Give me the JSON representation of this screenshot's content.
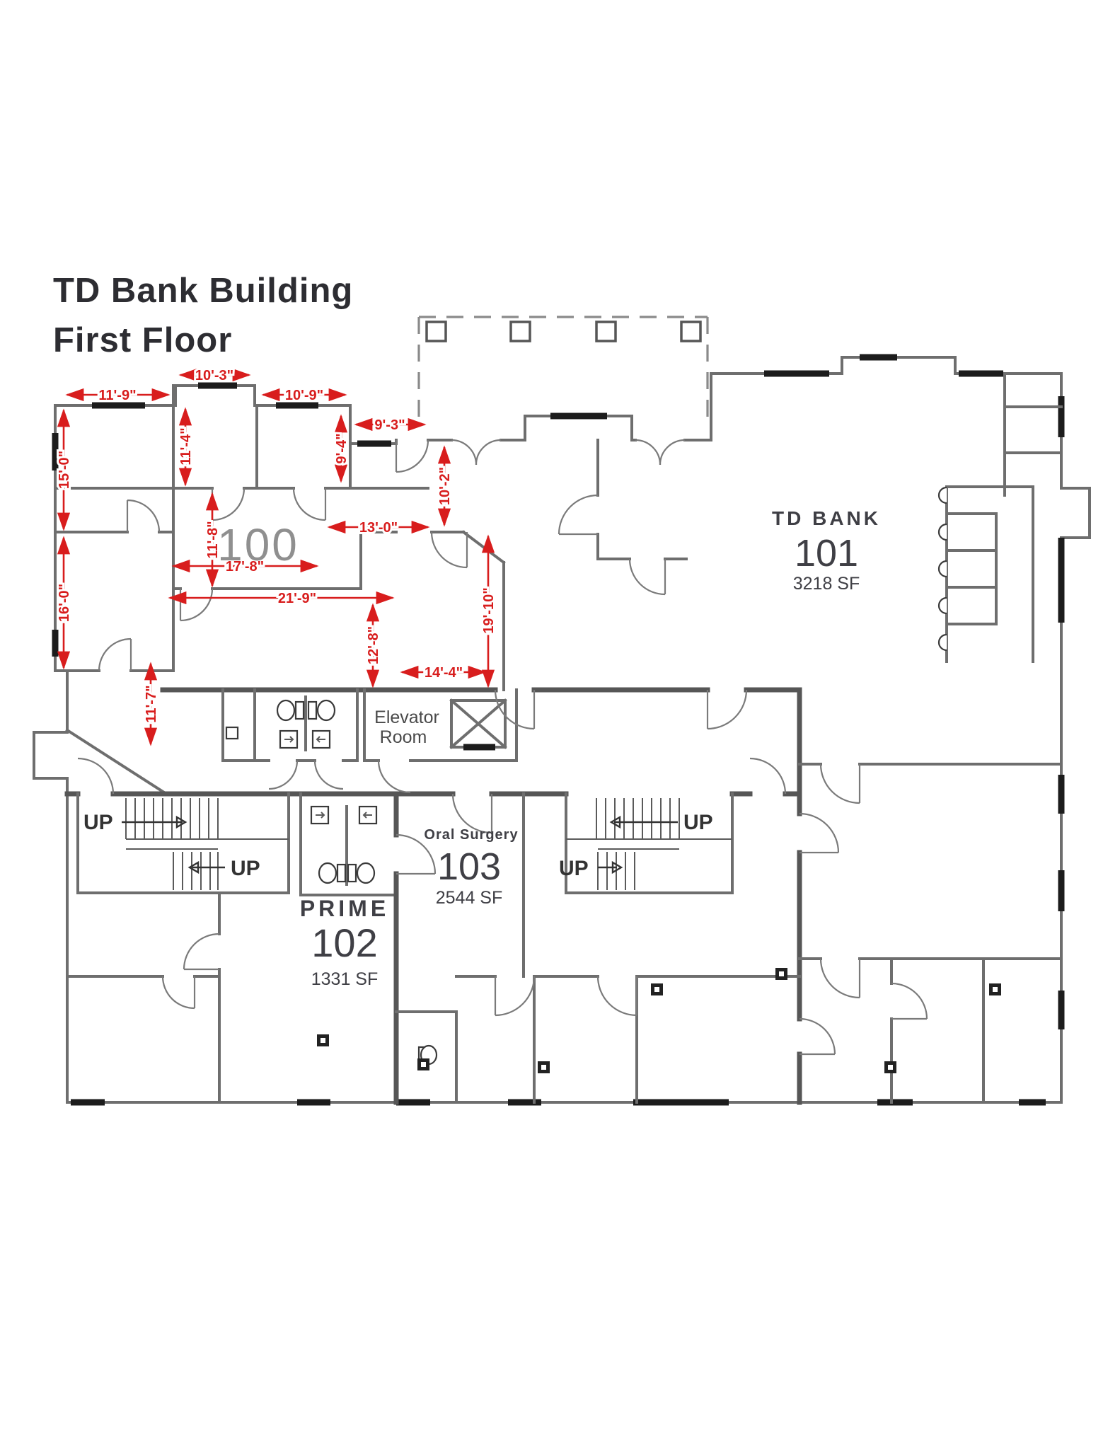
{
  "title": {
    "line1": "TD Bank Building",
    "line2": "First Floor"
  },
  "colors": {
    "dimension_red": "#d81d1d",
    "wall_gray": "#6e6e6e",
    "window_dark": "#1c1c1c",
    "room_number_gray": "#8f8f8f",
    "text_dark": "#3f3f45"
  },
  "rooms": {
    "suite100": {
      "number": "100"
    },
    "suite101": {
      "name": "TD BANK",
      "number": "101",
      "area": "3218 SF"
    },
    "suite102": {
      "name": "PRIME",
      "number": "102",
      "area": "1331 SF"
    },
    "suite103": {
      "name": "Oral Surgery",
      "number": "103",
      "area": "2544 SF"
    }
  },
  "labels": {
    "elevator_line1": "Elevator",
    "elevator_line2": "Room",
    "up": "UP"
  },
  "dimensions": {
    "d11_9": "11'-9\"",
    "d10_3": "10'-3\"",
    "d10_9": "10'-9\"",
    "d9_3": "9'-3\"",
    "d11_4": "11'-4\"",
    "d9_4": "9'-4\"",
    "d10_2": "10'-2\"",
    "d13_0": "13'-0\"",
    "d15_0": "15'-0\"",
    "d16_0": "16'-0\"",
    "d11_8": "11'-8\"",
    "d17_8": "17'-8\"",
    "d21_9": "21'-9\"",
    "d12_8": "12'-8\"",
    "d19_10": "19'-10\"",
    "d14_4": "14'-4\"",
    "d11_7": "11'-7\""
  }
}
